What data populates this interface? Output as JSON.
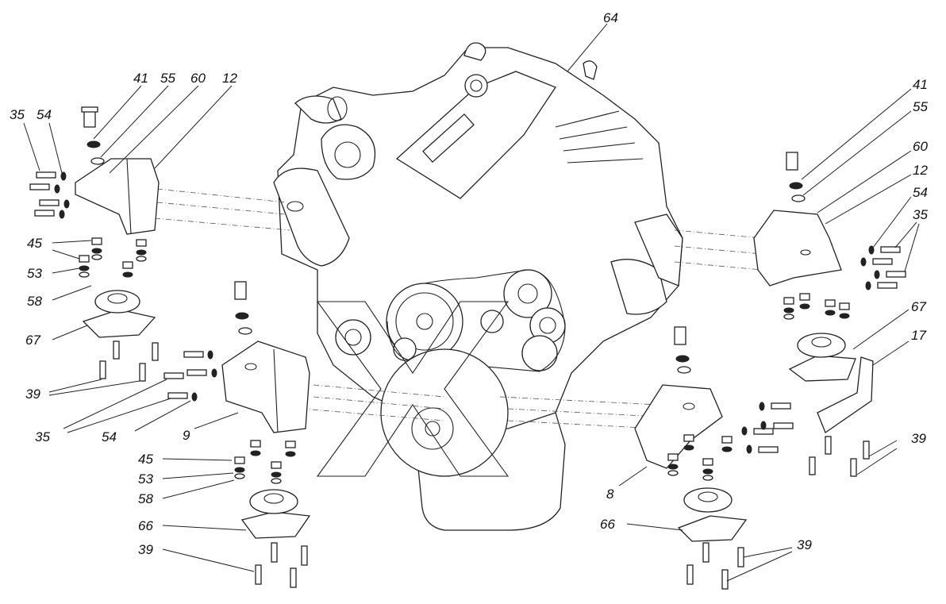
{
  "labels": [
    {
      "id": "64-top",
      "text": "64"
    },
    {
      "id": "41-l",
      "text": "41"
    },
    {
      "id": "55-l",
      "text": "55"
    },
    {
      "id": "60-l",
      "text": "60"
    },
    {
      "id": "12-l",
      "text": "12"
    },
    {
      "id": "35-l",
      "text": "35"
    },
    {
      "id": "54-l",
      "text": "54"
    },
    {
      "id": "45-l",
      "text": "45"
    },
    {
      "id": "53-l",
      "text": "53"
    },
    {
      "id": "58-l",
      "text": "58"
    },
    {
      "id": "67-l",
      "text": "67"
    },
    {
      "id": "39-l",
      "text": "39"
    },
    {
      "id": "35-bl",
      "text": "35"
    },
    {
      "id": "54-bl",
      "text": "54"
    },
    {
      "id": "9-bl",
      "text": "9"
    },
    {
      "id": "45-bl",
      "text": "45"
    },
    {
      "id": "53-bl",
      "text": "53"
    },
    {
      "id": "58-bl",
      "text": "58"
    },
    {
      "id": "66-bl",
      "text": "66"
    },
    {
      "id": "39-bl",
      "text": "39"
    },
    {
      "id": "41-r",
      "text": "41"
    },
    {
      "id": "55-r",
      "text": "55"
    },
    {
      "id": "60-r",
      "text": "60"
    },
    {
      "id": "12-r",
      "text": "12"
    },
    {
      "id": "54-r",
      "text": "54"
    },
    {
      "id": "35-r",
      "text": "35"
    },
    {
      "id": "67-r",
      "text": "67"
    },
    {
      "id": "17-r",
      "text": "17"
    },
    {
      "id": "39-r",
      "text": "39"
    },
    {
      "id": "8-br",
      "text": "8"
    },
    {
      "id": "66-br",
      "text": "66"
    },
    {
      "id": "39-br",
      "text": "39"
    }
  ]
}
